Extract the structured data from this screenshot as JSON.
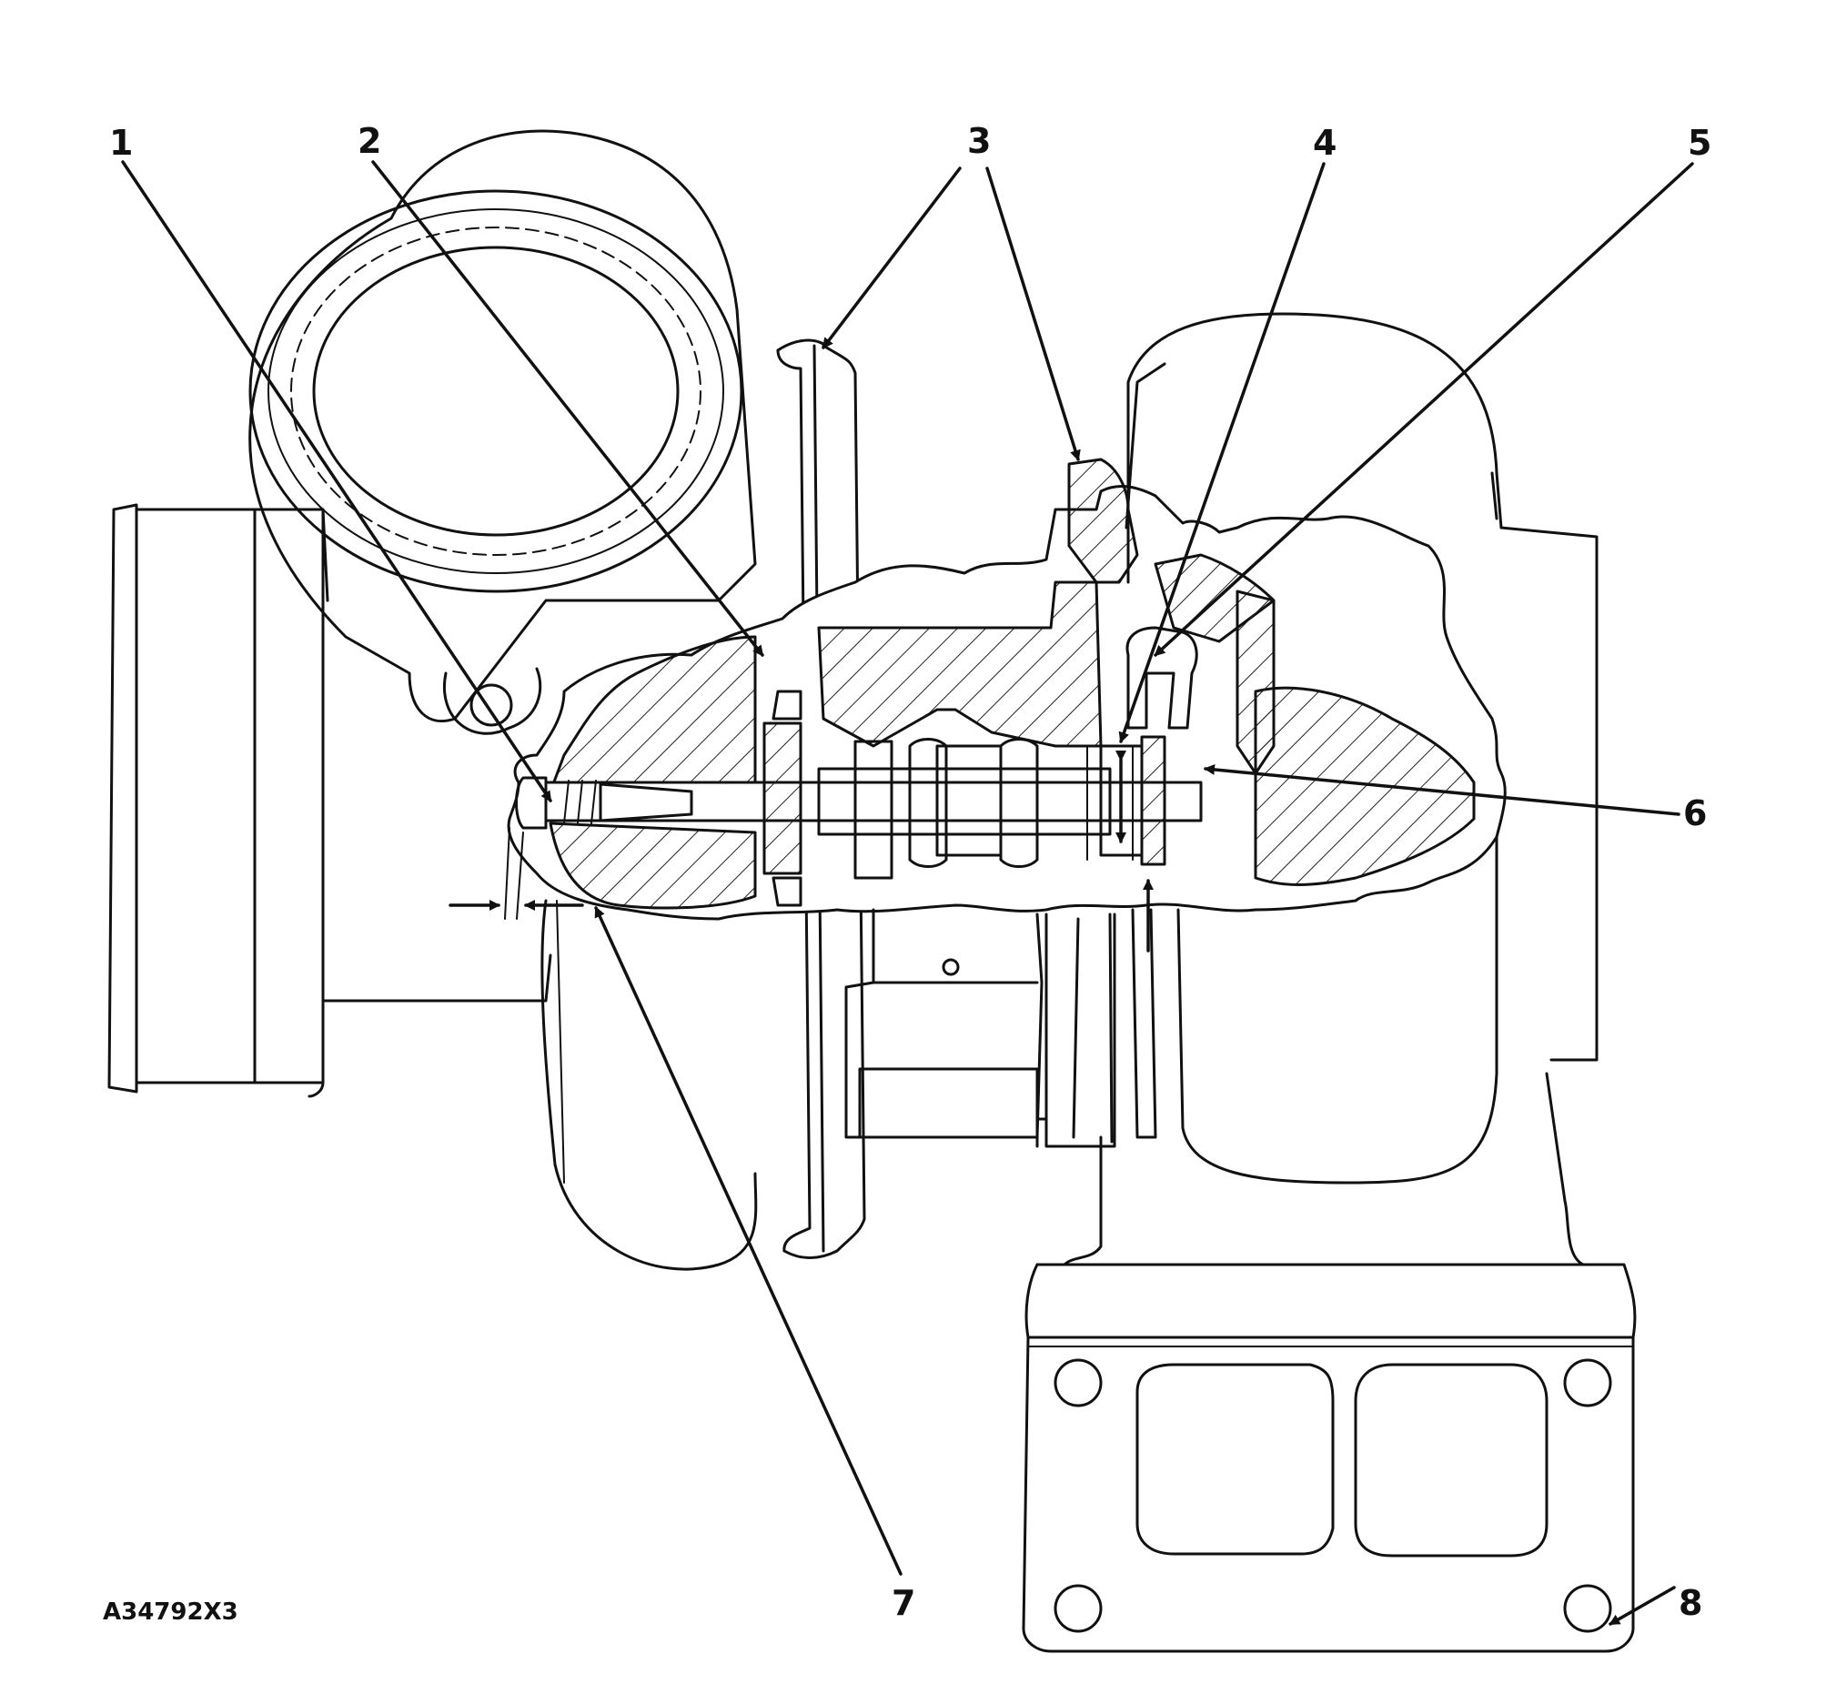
{
  "figure": {
    "code": "A34792X3"
  },
  "callouts": [
    {
      "id": "1",
      "text": "1"
    },
    {
      "id": "2",
      "text": "2"
    },
    {
      "id": "3",
      "text": "3"
    },
    {
      "id": "4",
      "text": "4"
    },
    {
      "id": "5",
      "text": "5"
    },
    {
      "id": "6",
      "text": "6"
    },
    {
      "id": "7",
      "text": "7"
    },
    {
      "id": "8",
      "text": "8"
    }
  ]
}
